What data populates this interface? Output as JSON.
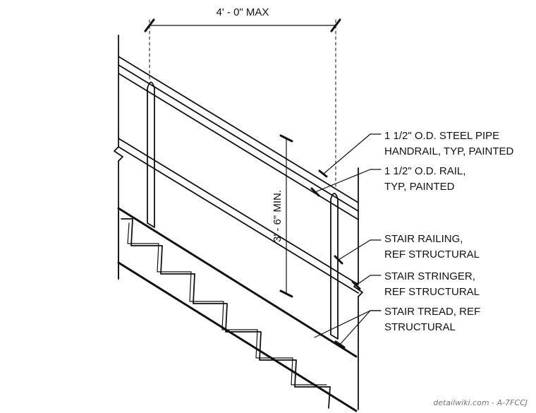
{
  "dimensions": {
    "post_spacing": "4' - 0\" MAX",
    "rail_height": "3' - 6\" MIN."
  },
  "callouts": [
    {
      "lines": [
        "1 1/2\" O.D. STEEL PIPE",
        "HANDRAIL, TYP, PAINTED"
      ]
    },
    {
      "lines": [
        "1 1/2\" O.D. RAIL,",
        "TYP, PAINTED"
      ]
    },
    {
      "lines": [
        "STAIR RAILING,",
        "REF STRUCTURAL"
      ]
    },
    {
      "lines": [
        "STAIR STRINGER,",
        "REF STRUCTURAL"
      ]
    },
    {
      "lines": [
        "STAIR TREAD, REF",
        "STRUCTURAL"
      ]
    }
  ],
  "watermark": "detailwiki.com - A-7FCCJ"
}
